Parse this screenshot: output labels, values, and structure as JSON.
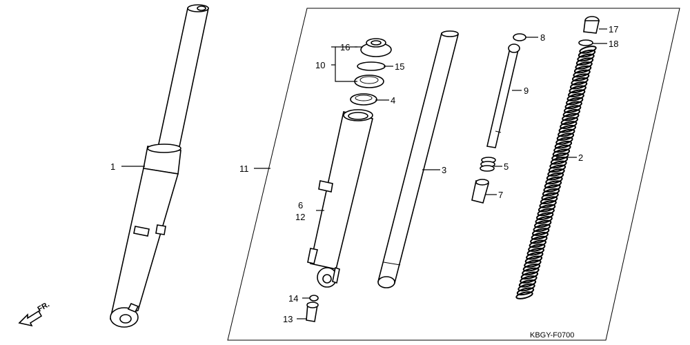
{
  "callouts": [
    {
      "id": "c1",
      "text": "1"
    },
    {
      "id": "c2",
      "text": "2"
    },
    {
      "id": "c3",
      "text": "3"
    },
    {
      "id": "c4",
      "text": "4"
    },
    {
      "id": "c5",
      "text": "5"
    },
    {
      "id": "c6",
      "text": "6"
    },
    {
      "id": "c7",
      "text": "7"
    },
    {
      "id": "c8",
      "text": "8"
    },
    {
      "id": "c9",
      "text": "9"
    },
    {
      "id": "c10",
      "text": "10"
    },
    {
      "id": "c11",
      "text": "11"
    },
    {
      "id": "c12",
      "text": "12"
    },
    {
      "id": "c13",
      "text": "13"
    },
    {
      "id": "c14",
      "text": "14"
    },
    {
      "id": "c15",
      "text": "15"
    },
    {
      "id": "c16",
      "text": "16"
    },
    {
      "id": "c17",
      "text": "17"
    },
    {
      "id": "c18",
      "text": "18"
    }
  ],
  "diagram_code": "KBGY-F0700",
  "direction_label": "FR.",
  "colors": {
    "ink": "#000000",
    "paper": "#ffffff"
  }
}
